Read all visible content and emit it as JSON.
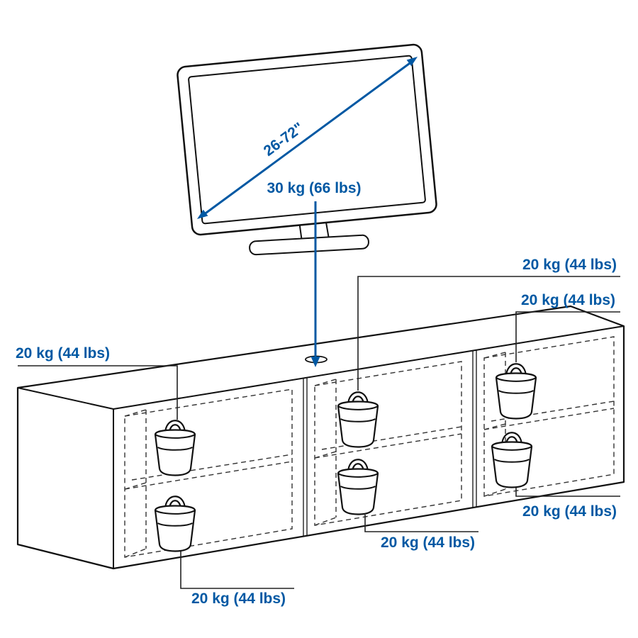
{
  "page": {
    "background": "#ffffff"
  },
  "colors": {
    "accent_blue": "#0058A3",
    "line_black": "#111111"
  },
  "tv": {
    "diagonal_label": "26-72\""
  },
  "capacity": {
    "top": "30 kg (66 lbs)",
    "shelves": [
      "20 kg (44 lbs)",
      "20 kg (44 lbs)",
      "20 kg (44 lbs)",
      "20 kg (44 lbs)",
      "20 kg (44 lbs)",
      "20 kg (44 lbs)"
    ]
  }
}
